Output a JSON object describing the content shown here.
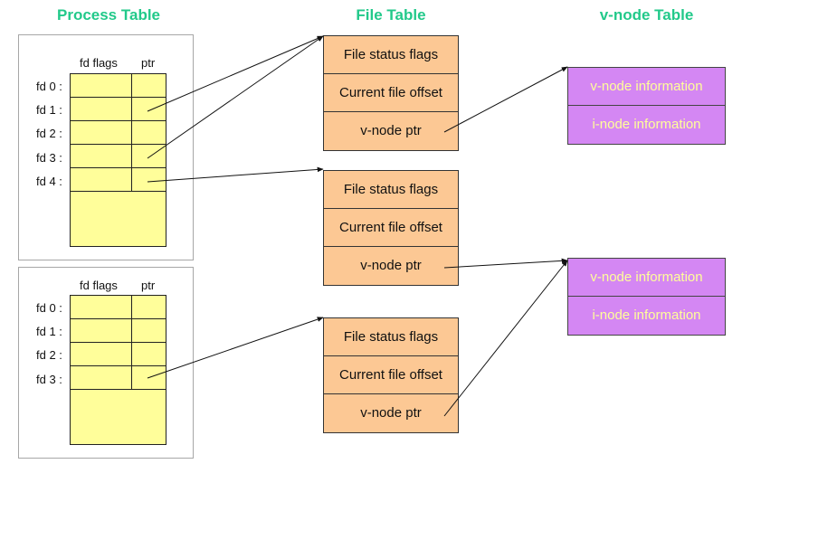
{
  "titles": {
    "process": "Process Table",
    "file": "File Table",
    "vnode": "v-node Table"
  },
  "process_table_1": {
    "col_flags": "fd flags",
    "col_ptr": "ptr",
    "fds": [
      "fd 0 :",
      "fd 1 :",
      "fd 2 :",
      "fd 3 :",
      "fd 4 :"
    ]
  },
  "process_table_2": {
    "col_flags": "fd flags",
    "col_ptr": "ptr",
    "fds": [
      "fd 0 :",
      "fd 1 :",
      "fd 2 :",
      "fd 3 :"
    ]
  },
  "file_entries": [
    {
      "status": "File status flags",
      "offset": "Current file offset",
      "vnode_ptr": "v-node ptr"
    },
    {
      "status": "File status flags",
      "offset": "Current file offset",
      "vnode_ptr": "v-node ptr"
    },
    {
      "status": "File status flags",
      "offset": "Current file offset",
      "vnode_ptr": "v-node ptr"
    }
  ],
  "vnode_entries": [
    {
      "vnode_info": "v-node information",
      "inode_info": "i-node information"
    },
    {
      "vnode_info": "v-node information",
      "inode_info": "i-node information"
    }
  ],
  "colors": {
    "title": "#22c98a",
    "fd_table": "#fffe9a",
    "file_entry": "#fcc894",
    "vnode_entry": "#d487f3",
    "vnode_text": "#ffff99"
  }
}
